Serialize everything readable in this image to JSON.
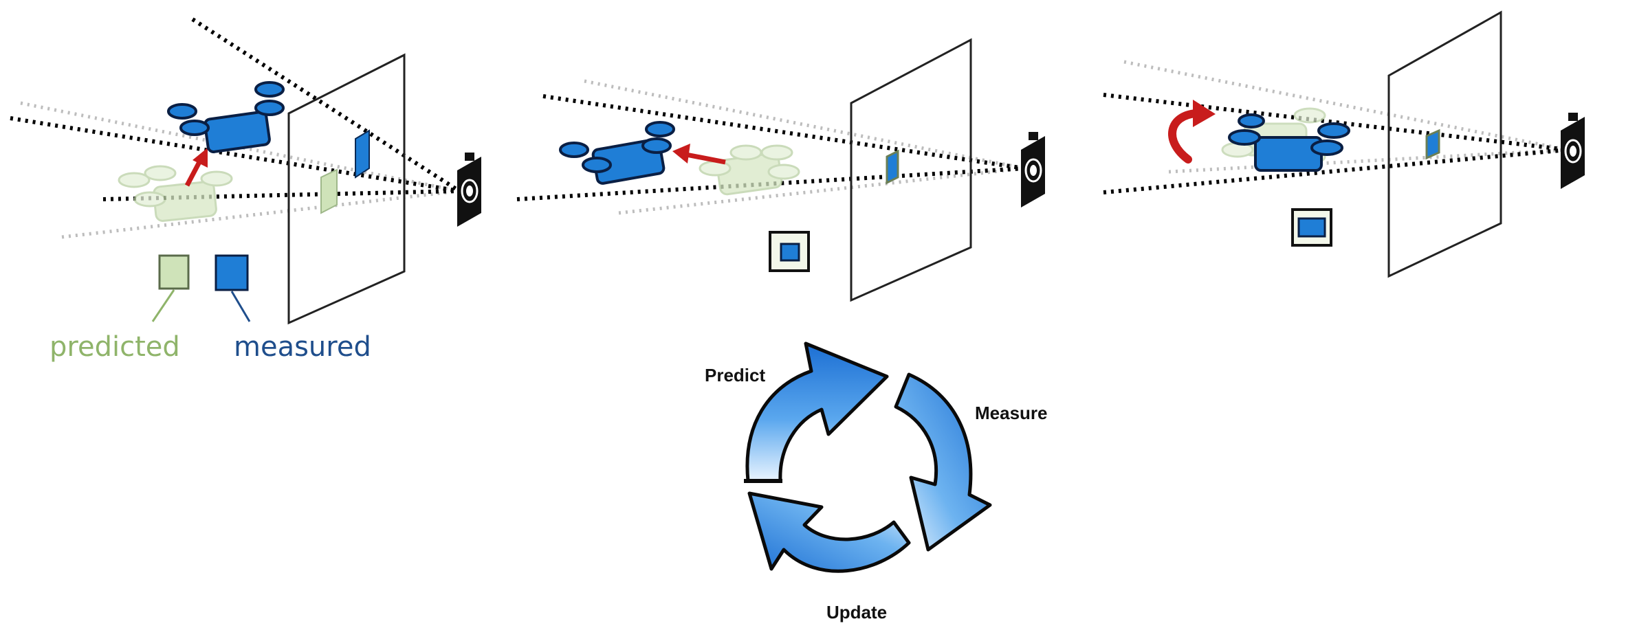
{
  "legend": {
    "predicted_label": "predicted",
    "measured_label": "measured"
  },
  "cycle": {
    "predict_label": "Predict",
    "measure_label": "Measure",
    "update_label": "Update"
  },
  "colors": {
    "measured_fill": "#1f7ed6",
    "measured_text": "#1f4e8c",
    "predicted_fill": "#cfe3b9",
    "predicted_text": "#8fb46a",
    "arrow_red": "#c81c1c",
    "cycle_blue": "#1c78d8"
  },
  "icons": [
    "drone-icon",
    "camera-icon",
    "motion-arrow-icon",
    "rotation-arrow-icon",
    "cycle-arrow-icon"
  ]
}
